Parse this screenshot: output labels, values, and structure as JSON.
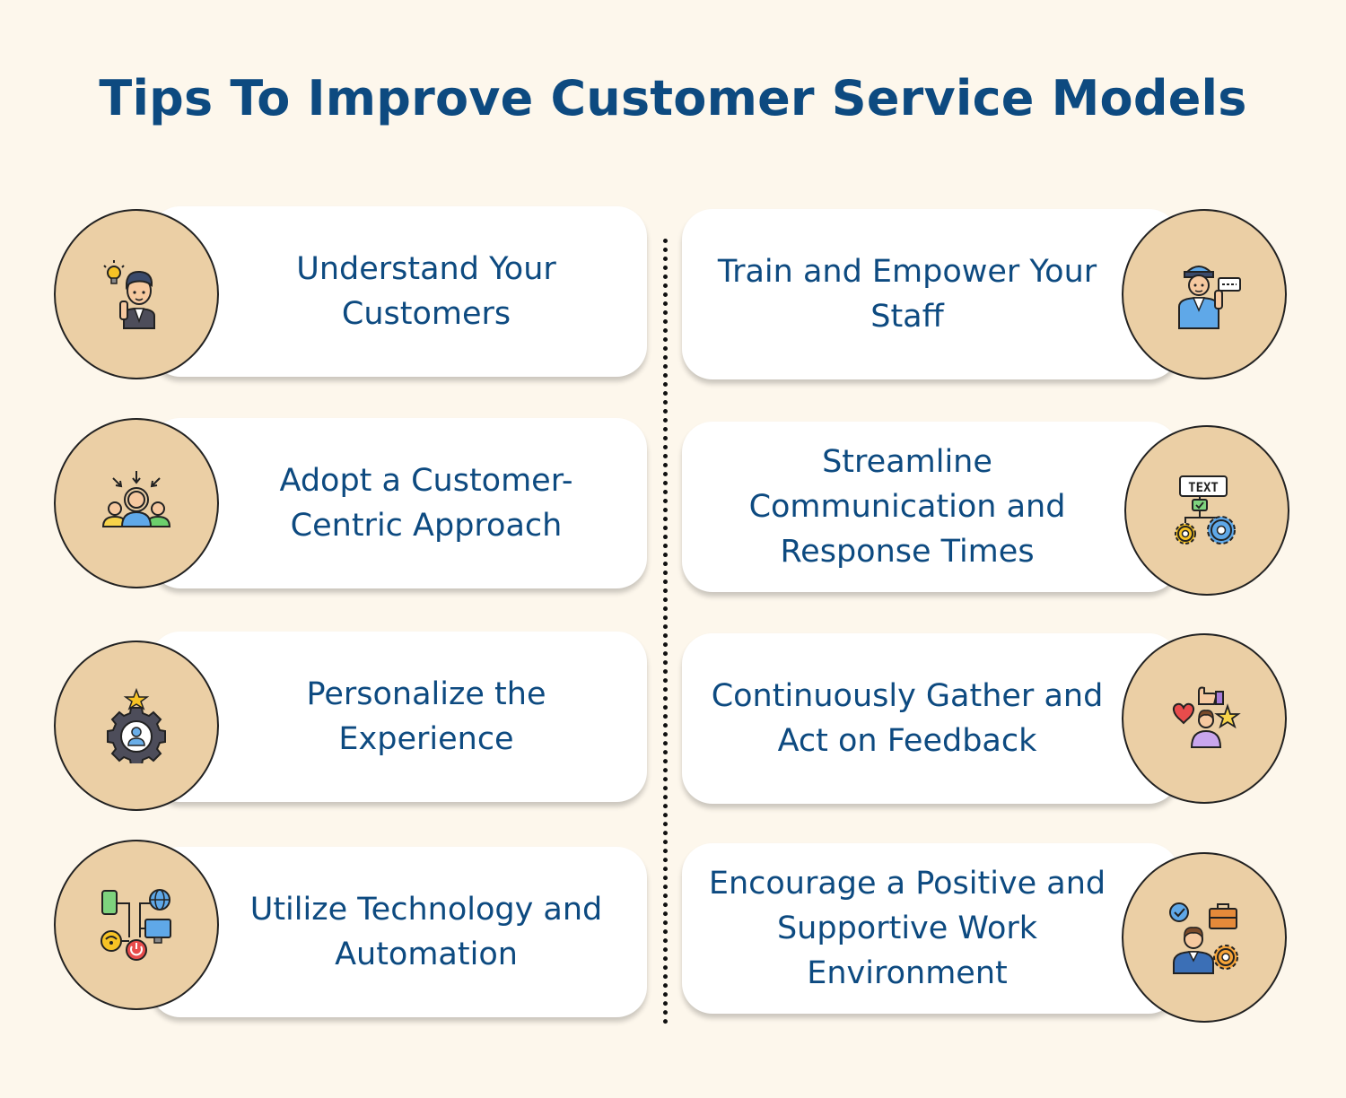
{
  "title": "Tips To Improve Customer Service Models",
  "tips_left": [
    {
      "label": "Understand Your Customers",
      "icon": "thinking-man-lightbulb-icon"
    },
    {
      "label": "Adopt a Customer-Centric Approach",
      "icon": "customer-focus-group-icon"
    },
    {
      "label": "Personalize the Experience",
      "icon": "user-gear-star-icon"
    },
    {
      "label": "Utilize Technology and Automation",
      "icon": "connected-devices-icon"
    }
  ],
  "tips_right": [
    {
      "label": "Train and Empower Your Staff",
      "icon": "trainer-staff-icon"
    },
    {
      "label": "Streamline Communication and Response Times",
      "icon": "text-gears-icon"
    },
    {
      "label": "Continuously Gather and Act on Feedback",
      "icon": "feedback-heart-star-icon"
    },
    {
      "label": "Encourage a Positive and Supportive Work Environment",
      "icon": "employee-briefcase-gear-icon"
    }
  ],
  "icon_texts": {
    "text_badge": "TEXT"
  },
  "colors": {
    "background": "#fdf7ec",
    "title": "#0d4a80",
    "card": "#ffffff",
    "circle": "#ebcfa5"
  }
}
